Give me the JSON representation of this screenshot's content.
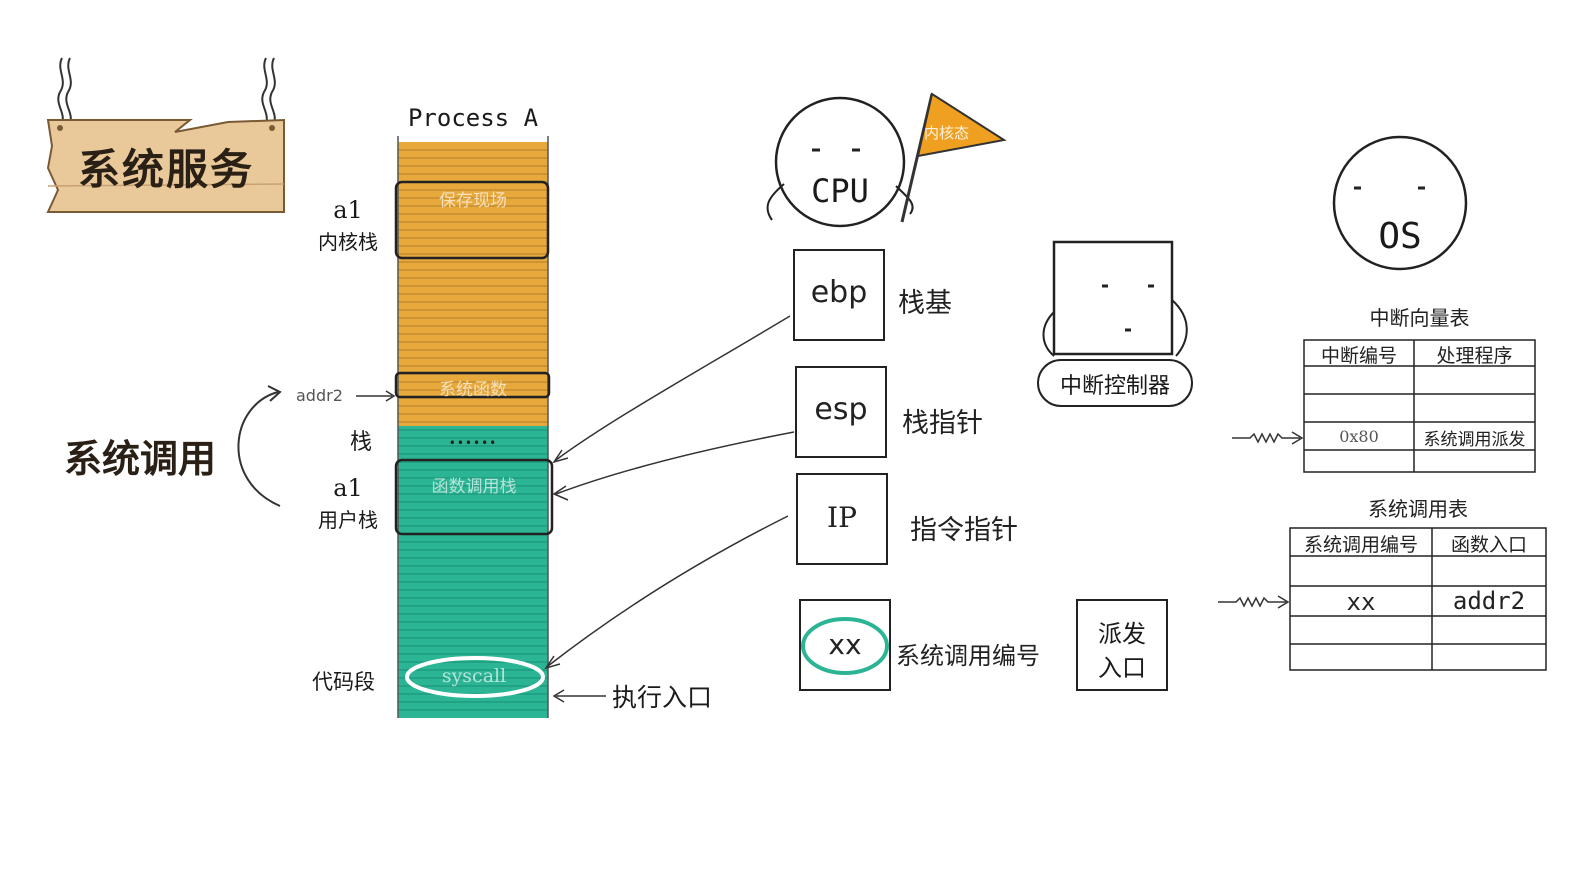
{
  "sign": {
    "text": "系统服务"
  },
  "process": {
    "title": "Process A",
    "kernel_stack": {
      "name": "a1",
      "label": "内核栈",
      "inner": "保存现场"
    },
    "syscall_func": {
      "inner": "系统函数",
      "addr_label": "addr2"
    },
    "stack_label": "栈",
    "dots": "••••••",
    "user_stack": {
      "name": "a1",
      "label": "用户栈",
      "inner": "函数调用栈"
    },
    "code_segment": {
      "label": "代码段",
      "inner": "syscall"
    },
    "entry_label": "执行入口",
    "kernel_color": "#e8a93c",
    "user_color": "#2bb594"
  },
  "syscall_label": "系统调用",
  "cpu": {
    "face": "CPU",
    "flag_text": "内核态",
    "flag_color": "#f0a020"
  },
  "registers": [
    {
      "name": "ebp",
      "desc": "栈基"
    },
    {
      "name": "esp",
      "desc": "栈指针"
    },
    {
      "name": "IP",
      "desc": "指令指针"
    },
    {
      "name": "xx",
      "desc": "系统调用编号"
    }
  ],
  "dispatch": {
    "line1": "派发",
    "line2": "入口"
  },
  "interrupt_controller": {
    "label": "中断控制器"
  },
  "os": {
    "face": "OS"
  },
  "ivt": {
    "title": "中断向量表",
    "headers": [
      "中断编号",
      "处理程序"
    ],
    "rows": [
      [
        "",
        ""
      ],
      [
        "",
        ""
      ],
      [
        "0x80",
        "系统调用派发"
      ],
      [
        "",
        ""
      ]
    ]
  },
  "syscall_table": {
    "title": "系统调用表",
    "headers": [
      "系统调用编号",
      "函数入口"
    ],
    "rows": [
      [
        "",
        ""
      ],
      [
        "xx",
        "addr2"
      ],
      [
        "",
        ""
      ],
      [
        "",
        ""
      ]
    ]
  },
  "colors": {
    "highlight_circle": "#2bb594",
    "wood": "#e9c99a",
    "wood_dark": "#7a5a34"
  }
}
